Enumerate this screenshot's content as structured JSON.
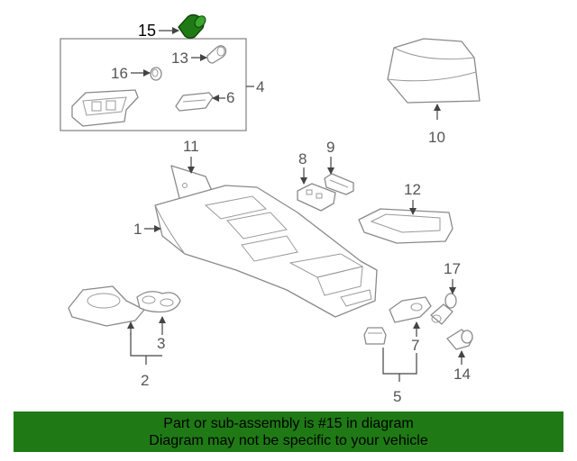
{
  "callouts": {
    "c1": "1",
    "c2": "2",
    "c3": "3",
    "c4": "4",
    "c5": "5",
    "c6": "6",
    "c7": "7",
    "c8": "8",
    "c9": "9",
    "c10": "10",
    "c11": "11",
    "c12": "12",
    "c13": "13",
    "c14": "14",
    "c15": "15",
    "c16": "16",
    "c17": "17"
  },
  "highlight": {
    "part_number": "15",
    "color": "#1f7a15"
  },
  "banner": {
    "line1": "Part or sub-assembly is #15 in diagram",
    "line2": "Diagram may not be specific to your vehicle",
    "background": "#1f7a15"
  }
}
